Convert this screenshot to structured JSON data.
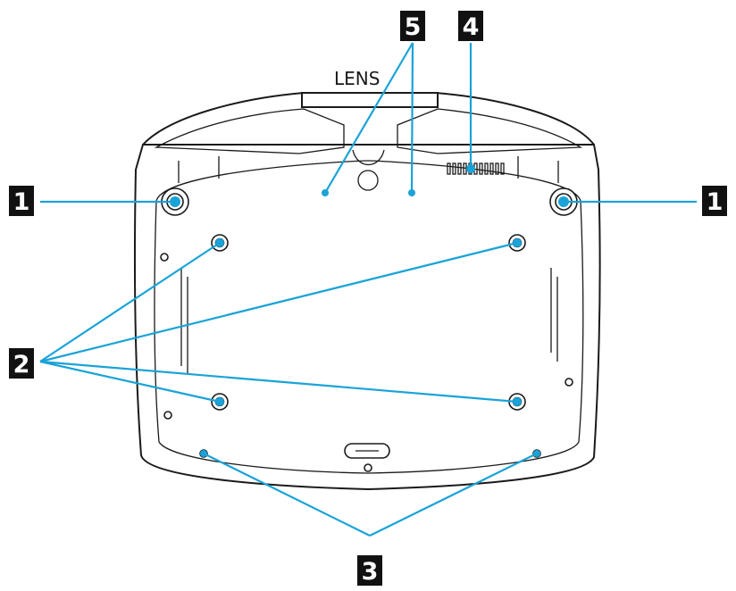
{
  "lens_label": "LENS",
  "callouts": [
    {
      "id": "c1-left",
      "label": "1"
    },
    {
      "id": "c1-right",
      "label": "1"
    },
    {
      "id": "c2",
      "label": "2"
    },
    {
      "id": "c3",
      "label": "3"
    },
    {
      "id": "c4",
      "label": "4"
    },
    {
      "id": "c5",
      "label": "5"
    }
  ],
  "colors": {
    "leader_line": "#1aa3d8",
    "callout_box": "#111111",
    "outline": "#1a1a1a"
  }
}
